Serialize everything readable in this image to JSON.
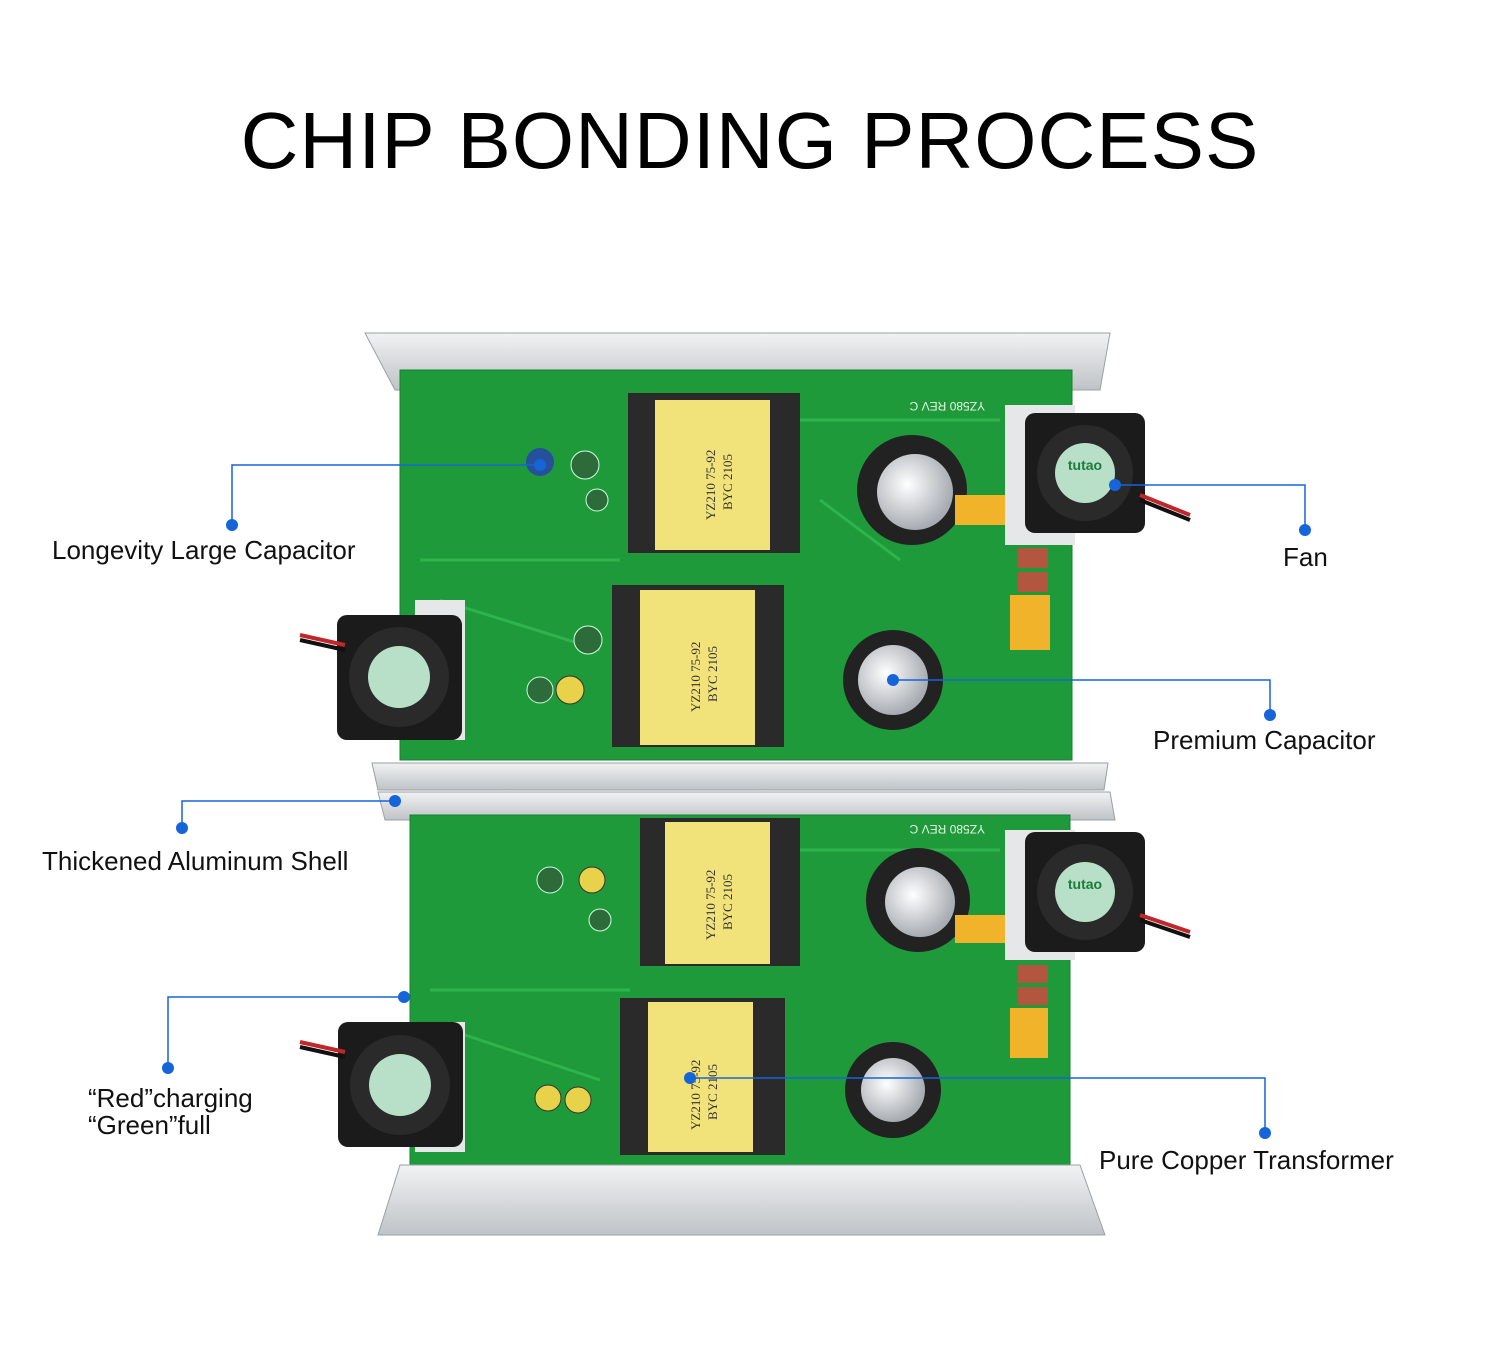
{
  "title": "CHIP BONDING PROCESS",
  "callouts": {
    "longevity_capacitor": "Longevity Large Capacitor",
    "fan": "Fan",
    "premium_capacitor": "Premium Capacitor",
    "aluminum_shell": "Thickened Aluminum Shell",
    "indicator_line1": "“Red”charging",
    "indicator_line2": "“Green”full",
    "transformer": "Pure Copper Transformer"
  },
  "board": {
    "transformer_marking_1": "YZ210 75-92",
    "transformer_marking_2": "BYC 2105",
    "board_marking": "YZ580 REV C",
    "fan_brand": "tutao"
  },
  "colors": {
    "pcb": "#1f9a3a",
    "transformer": "#f2e27a",
    "aluminum": "#d9dcdf",
    "callout": "#1565d8"
  }
}
